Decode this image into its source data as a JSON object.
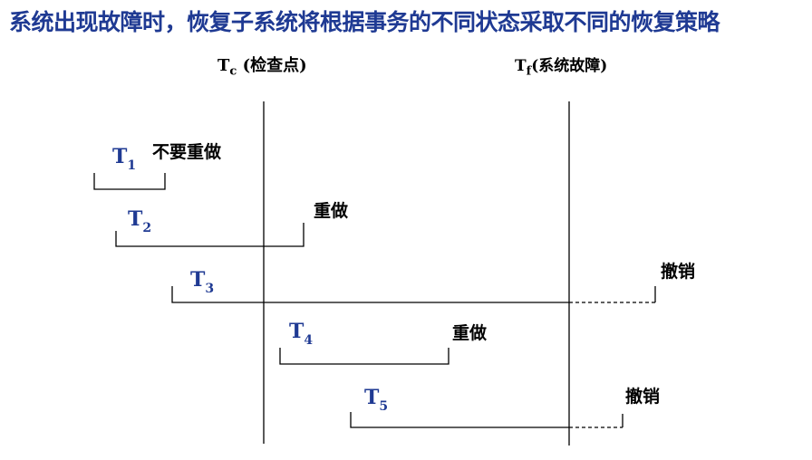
{
  "title": "系统出现故障时，恢复子系统将根据事务的不同状态采取不同的恢复策略",
  "checkpoint": {
    "symbol": "T",
    "subscript": "c",
    "label": "(检查点)"
  },
  "failure": {
    "symbol": "T",
    "subscript": "f",
    "label": "(系统故障)"
  },
  "transactions": [
    {
      "name": "T",
      "sub": "1",
      "action": "不要重做"
    },
    {
      "name": "T",
      "sub": "2",
      "action": "重做"
    },
    {
      "name": "T",
      "sub": "3",
      "action": "撤销"
    },
    {
      "name": "T",
      "sub": "4",
      "action": "重做"
    },
    {
      "name": "T",
      "sub": "5",
      "action": "撤销"
    }
  ],
  "colors": {
    "title": "#1f3a93",
    "transaction_label": "#1f3a93",
    "lines": "#000000"
  }
}
